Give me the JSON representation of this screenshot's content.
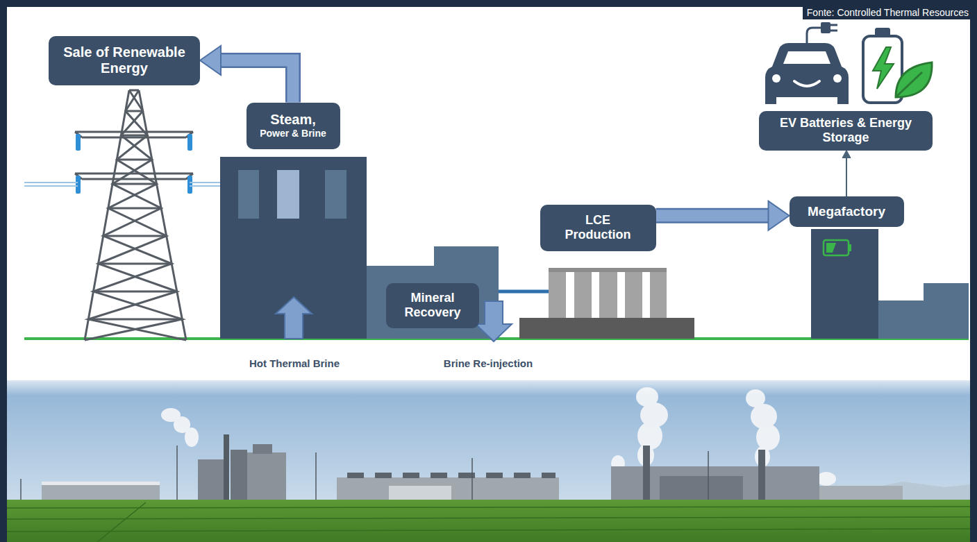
{
  "diagram": {
    "nodes": [
      {
        "text": [
          "Sale of Renewable Energy"
        ]
      },
      {
        "text": [
          "Steam,",
          "Power & Brine"
        ]
      },
      {
        "text": [
          "EV Batteries & Energy Storage"
        ]
      },
      {
        "text": [
          "Megafactory"
        ]
      },
      {
        "text": [
          "LCE Production"
        ]
      },
      {
        "text": [
          "Mineral Recovery"
        ]
      }
    ],
    "edges": [
      {
        "from": 1,
        "to": 0,
        "arrow": "to"
      },
      {
        "from": 4,
        "to": 3,
        "arrow": "to"
      },
      {
        "from": 3,
        "to": 2,
        "arrow": "to"
      }
    ],
    "labels": [
      "Fonte: Controlled Thermal Resources",
      "Hot Thermal Brine",
      "Brine Re-injection"
    ]
  }
}
